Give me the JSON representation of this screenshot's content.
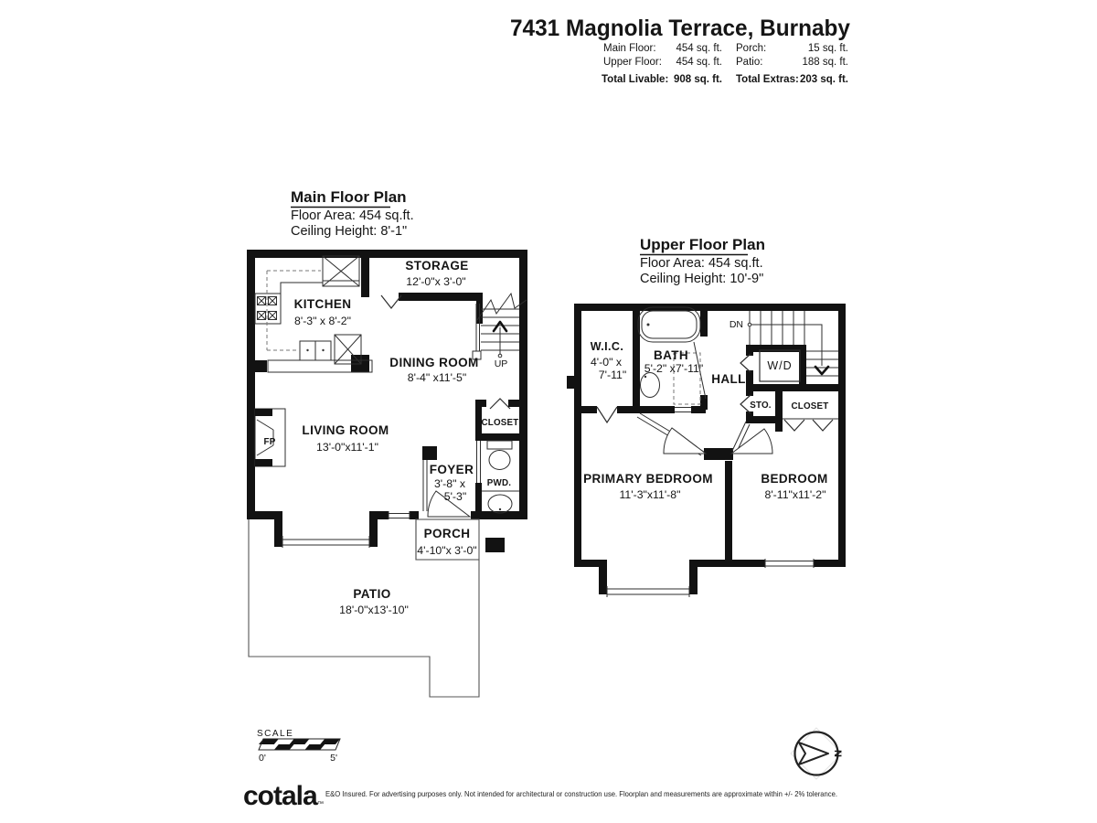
{
  "header": {
    "title": "7431 Magnolia Terrace, Burnaby",
    "rows": [
      {
        "label_left": "Main Floor:",
        "value_left": "454 sq. ft.",
        "label_right": "Porch:",
        "value_right": "15 sq. ft."
      },
      {
        "label_left": "Upper Floor:",
        "value_left": "454 sq. ft.",
        "label_right": "Patio:",
        "value_right": "188 sq. ft."
      }
    ],
    "totals": {
      "label_left": "Total Livable:",
      "value_left": "908 sq. ft.",
      "label_right": "Total Extras:",
      "value_right": "203 sq. ft."
    }
  },
  "main_floor": {
    "heading": "Main Floor Plan",
    "floor_area": "Floor Area: 454 sq.ft.",
    "ceiling_height": "Ceiling Height: 8'-1\"",
    "rooms": {
      "storage": {
        "name": "STORAGE",
        "dims": "12'-0\"x 3'-0\""
      },
      "kitchen": {
        "name": "KITCHEN",
        "dims": "8'-3\" x 8'-2\""
      },
      "dining": {
        "name": "DINING ROOM",
        "dims": "8'-4\" x11'-5\""
      },
      "living": {
        "name": "LIVING ROOM",
        "dims": "13'-0\"x11'-1\""
      },
      "foyer": {
        "name": "FOYER",
        "dims_line1": "3'-8\" x",
        "dims_line2": "5'-3\""
      },
      "closet": {
        "name": "CLOSET"
      },
      "powder": {
        "name": "PWD."
      },
      "fireplace": {
        "name": "FP"
      },
      "stairs_up": {
        "name": "UP"
      },
      "porch": {
        "name": "PORCH",
        "dims": "4'-10\"x 3'-0\""
      },
      "patio": {
        "name": "PATIO",
        "dims": "18'-0\"x13'-10\""
      }
    }
  },
  "upper_floor": {
    "heading": "Upper Floor Plan",
    "floor_area": "Floor Area: 454 sq.ft.",
    "ceiling_height": "Ceiling Height: 10'-9\"",
    "rooms": {
      "wic": {
        "name": "W.I.C.",
        "dims_line1": "4'-0\" x",
        "dims_line2": "7'-11\""
      },
      "bath": {
        "name": "BATH",
        "dims": "5'-2\" x7'-11\""
      },
      "hall": {
        "name": "HALL"
      },
      "stairs_dn": {
        "name": "DN"
      },
      "washer_dryer": {
        "name": "W/D"
      },
      "storage": {
        "name": "STO."
      },
      "closet": {
        "name": "CLOSET"
      },
      "primary_bedroom": {
        "name": "PRIMARY BEDROOM",
        "dims": "11'-3\"x11'-8\""
      },
      "bedroom": {
        "name": "BEDROOM",
        "dims": "8'-11\"x11'-2\""
      }
    }
  },
  "scale_bar": {
    "label": "SCALE",
    "start": "0'",
    "end": "5'"
  },
  "compass": {
    "label": "N"
  },
  "footer": {
    "logo": "cotala",
    "trademark": "™",
    "disclaimer": "E&O Insured. For advertising purposes only. Not intended for architectural or construction use. Floorplan and measurements are approximate within +/- 2% tolerance."
  },
  "colors": {
    "wall": "#121212",
    "background": "#ffffff",
    "line": "#2e2e2e"
  }
}
